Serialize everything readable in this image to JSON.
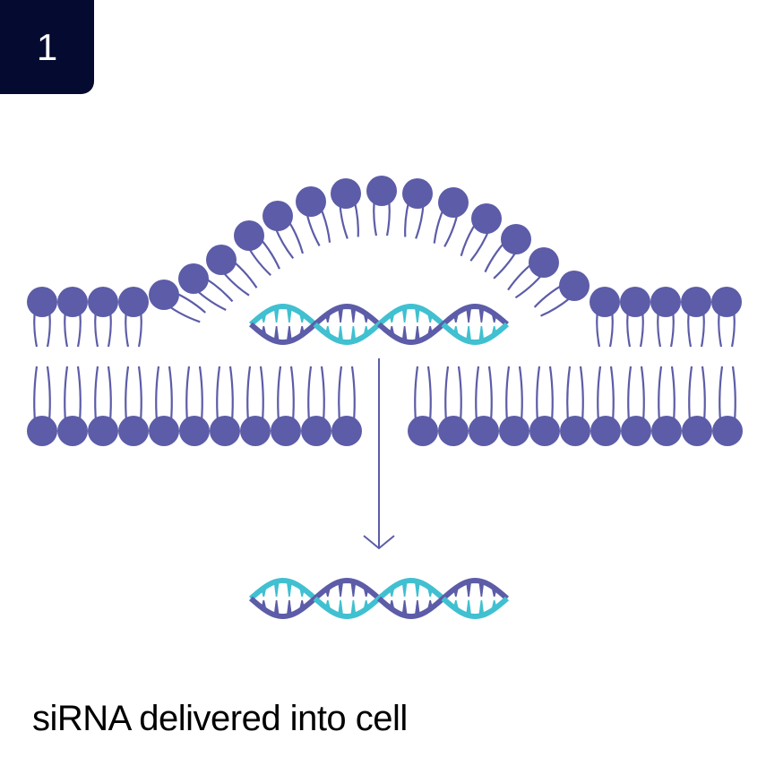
{
  "step": {
    "number": "1"
  },
  "caption": "siRNA delivered into cell",
  "colors": {
    "badge": "#050a30",
    "lipid": "#5c5ca8",
    "rna_teal": "#40c0d0",
    "rna_purple": "#5c5ca8",
    "arrow": "#5c5ca8"
  },
  "diagram": {
    "elements": [
      "lipid-bilayer-membrane",
      "sirna-helix-in-membrane",
      "down-arrow",
      "sirna-helix-inside-cell"
    ]
  }
}
